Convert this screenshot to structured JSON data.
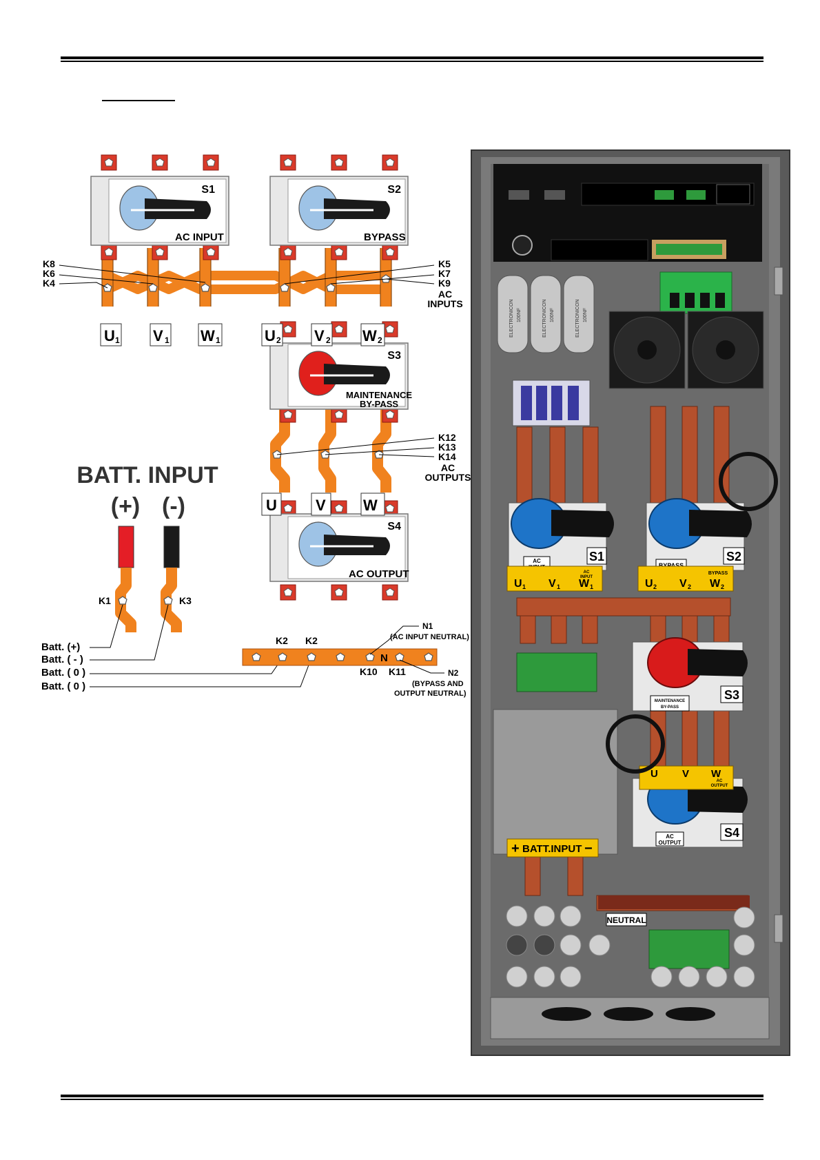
{
  "schematic": {
    "switches": [
      {
        "id": "S1",
        "label": "AC INPUT"
      },
      {
        "id": "S2",
        "label": "BYPASS"
      },
      {
        "id": "S3",
        "label": "MAINTENANCE",
        "label2": "BY-PASS"
      },
      {
        "id": "S4",
        "label": "AC OUTPUT"
      }
    ],
    "phase_labels_input": [
      "U",
      "V",
      "W"
    ],
    "phase_subscript_input": "1",
    "phase_labels_bypass": [
      "U",
      "V",
      "W"
    ],
    "phase_subscript_bypass": "2",
    "phase_labels_output": [
      "U",
      "V",
      "W"
    ],
    "terminals_left": [
      "K8",
      "K6",
      "K4"
    ],
    "terminals_right": [
      "K5",
      "K7",
      "K9"
    ],
    "ac_inputs_label": [
      "AC",
      "INPUTS"
    ],
    "terminals_output": [
      "K12",
      "K13",
      "K14"
    ],
    "ac_outputs_label": [
      "AC",
      "OUTPUTS"
    ],
    "batt_title": "BATT. INPUT",
    "batt_plus": "(+)",
    "batt_minus": "(-)",
    "batt_terminals": [
      "K1",
      "K3"
    ],
    "batt_legend": [
      "Batt. (+)",
      "Batt. ( - )",
      "Batt. ( 0 )",
      "Batt. ( 0 )"
    ],
    "neutral_bar": {
      "top_labels": [
        "K2",
        "K2"
      ],
      "n_label": "N",
      "bottom_labels": [
        "K10",
        "K11"
      ],
      "n1": "N1",
      "n1_desc": "(AC INPUT NEUTRAL)",
      "n2": "N2",
      "n2_desc": [
        "(BYPASS AND",
        "OUTPUT NEUTRAL)"
      ]
    },
    "colors": {
      "busbar": "#f0821e",
      "terminal": "#d93a2a",
      "switch_body": "#e8e8e8",
      "knob_blue": "#9ec3e6",
      "knob_red": "#e0201c",
      "batt_plus": "#e41e26",
      "batt_minus": "#1a1a1a"
    }
  },
  "cabinet": {
    "switch_tags": [
      "S1",
      "S2",
      "S3",
      "S4"
    ],
    "tag_ac_input": [
      "AC",
      "INPUT"
    ],
    "tag_bypass": "BYPASS",
    "tag_maintenance": [
      "MAINTENANCE",
      "BY-PASS"
    ],
    "tag_ac_output": [
      "AC",
      "OUTPUT"
    ],
    "strip_input": {
      "phases": [
        "U",
        "V",
        "W"
      ],
      "sub": "1",
      "small": [
        "AC",
        "INPUT"
      ]
    },
    "strip_bypass": {
      "phases": [
        "U",
        "V",
        "W"
      ],
      "sub": "2",
      "small": "BYPASS"
    },
    "strip_output": {
      "phases": [
        "U",
        "V",
        "W"
      ],
      "small": [
        "AC",
        "OUTPUT"
      ]
    },
    "batt_strip": {
      "plus": "+",
      "text": "BATT.INPUT",
      "minus": "−"
    },
    "neutral_tag": "NEUTRAL",
    "capacitor_text": "ELECTRONICON",
    "capacitor_value": "100NF",
    "colors": {
      "panel": "#7a7a7a",
      "frame": "#5a5a5a",
      "copper": "#b5502c",
      "label_yellow": "#f5c400",
      "pcb_green": "#2e9a3c"
    }
  }
}
